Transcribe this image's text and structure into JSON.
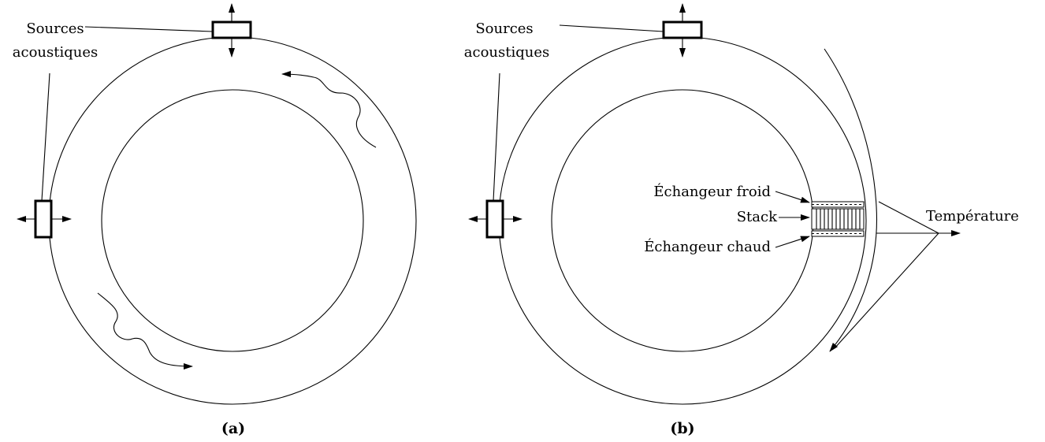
{
  "panel_a": {
    "sources_line1": "Sources",
    "sources_line2": "acoustiques",
    "caption": "(a)"
  },
  "panel_b": {
    "sources_line1": "Sources",
    "sources_line2": "acoustiques",
    "cold_exchanger": "Échangeur froid",
    "stack": "Stack",
    "hot_exchanger": "Échangeur chaud",
    "temperature": "Température",
    "caption": "(b)"
  }
}
